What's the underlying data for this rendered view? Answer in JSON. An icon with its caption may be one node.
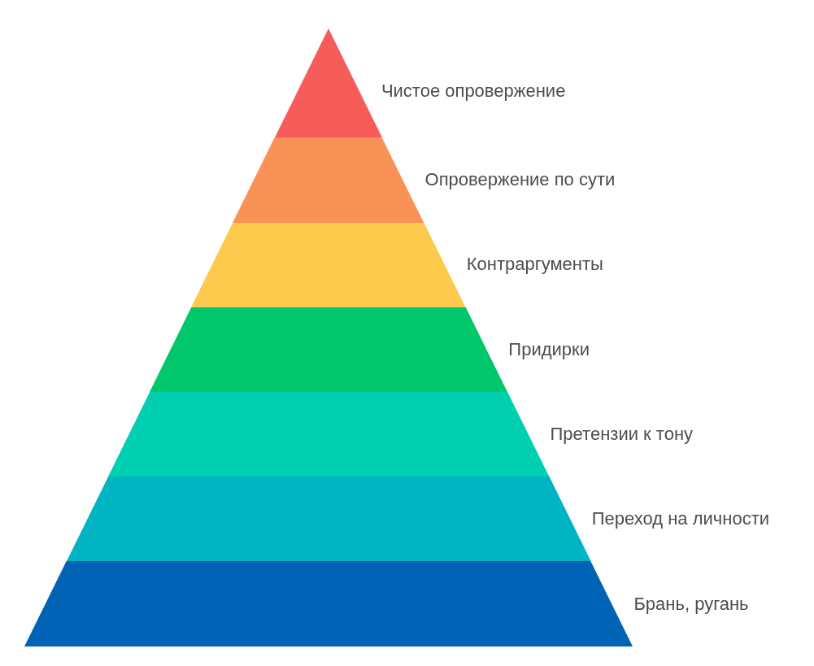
{
  "diagram": {
    "nodes": [
      {
        "text": [
          "Чистое опровержение"
        ]
      },
      {
        "text": [
          "Опровержение по сути"
        ]
      },
      {
        "text": [
          "Контраргументы"
        ]
      },
      {
        "text": [
          "Придирки"
        ]
      },
      {
        "text": [
          "Претензии к тону"
        ]
      },
      {
        "text": [
          "Переход на личности"
        ]
      },
      {
        "text": [
          "Брань, ругань"
        ]
      }
    ]
  }
}
